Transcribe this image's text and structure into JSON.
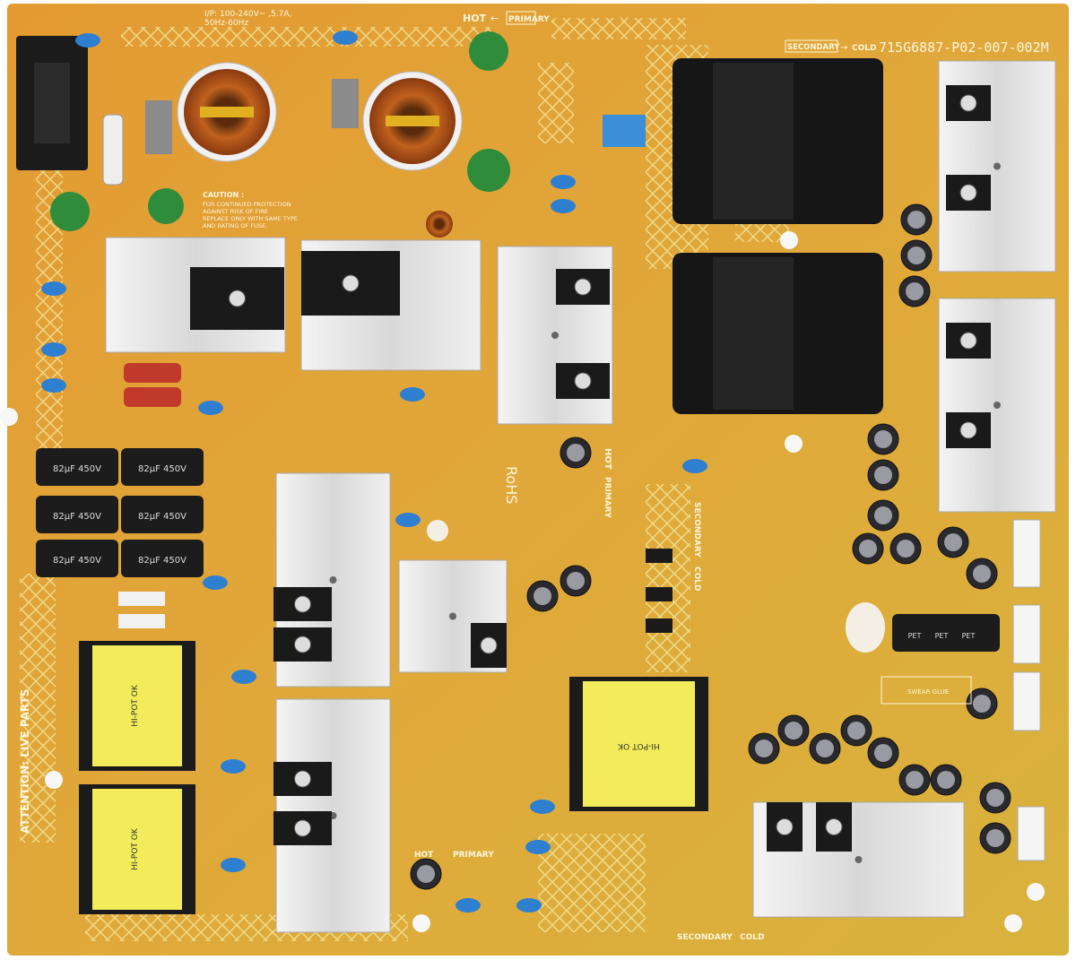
{
  "board": {
    "part_number": "715G6887-P02-007-002M",
    "input_rating_line1": "I/P: 100-240V~ ,5.7A,",
    "input_rating_line2": "50Hz-60Hz",
    "hot_label": "HOT",
    "primary_label": "PRIMARY",
    "secondary_label": "SECONDARY",
    "cold_label": "COLD",
    "rohs": "RoHS",
    "attention": "ATTENTION: LIVE PARTS",
    "swear_glue": "SWEAR GLUE",
    "caution": {
      "title": "CAUTION :",
      "line1": "FOR CONTINUED PROTECTION",
      "line2": "AGAINST RISK OF FIRE",
      "line3": "REPLACE ONLY WITH SAME TYPE",
      "line4": "AND RATING OF FUSE."
    },
    "bulk_cap_label": "82µF 450V",
    "transformer_label": "HI-POT OK",
    "small_cap_label": "PET"
  },
  "colors": {
    "board_orange": "#e39a32",
    "board_yellow": "#d9c23e",
    "heatsink": "#e8e8e8",
    "transformer_black": "#161616",
    "transformer_yellow": "#f3ec5a",
    "x_cap_blue": "#2f7fd0",
    "varistor_green": "#2e8c3a"
  }
}
